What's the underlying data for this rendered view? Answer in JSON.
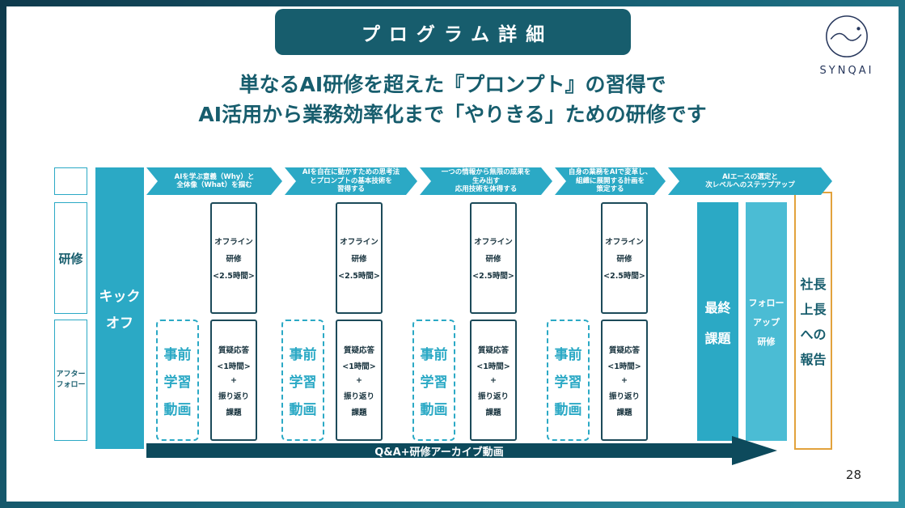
{
  "slide": {
    "title": "プログラム詳細",
    "heading_line1": "単なるAI研修を超えた『プロンプト』の習得で",
    "heading_line2": "AI活用から業務効率化まで「やりきる」ための研修です",
    "page_number": "28"
  },
  "logo": {
    "text": "SYNQAI",
    "icon": "wave-circle-logo"
  },
  "colors": {
    "banner": "#175d6d",
    "heading": "#175d6d",
    "cyan": "#2ba9c5",
    "cyan-light": "#4bbcd4",
    "box-outline": "#1c4a59",
    "box-text": "#17323d",
    "arrow-dark": "#0d4a5c",
    "orange": "#e2a23c",
    "navy": "#27375c",
    "frame-start": "#0f3a4c",
    "frame-mid": "#186377",
    "frame-end": "#2e93a6"
  },
  "rows": {
    "training_label": "研修",
    "after_lines": [
      "アフター",
      "フォロー"
    ]
  },
  "kickoff_lines": [
    "キック",
    "オフ"
  ],
  "phases": [
    {
      "lines": [
        "AIを学ぶ意義（Why）と",
        "全体像（What）を掴む"
      ]
    },
    {
      "lines": [
        "AIを自在に動かすための思考法",
        "とプロンプトの基本技術を",
        "習得する"
      ]
    },
    {
      "lines": [
        "一つの情報から無限の成果を",
        "生み出す",
        "応用技術を体得する"
      ]
    },
    {
      "lines": [
        "自身の業務をAIで変革し、",
        "組織に展開する計画を",
        "策定する"
      ]
    },
    {
      "lines": [
        "AIエースの選定と",
        "次レベルへのステップアップ"
      ]
    }
  ],
  "session": {
    "pre_lines": [
      "事前",
      "学習",
      "動画"
    ],
    "offline_lines": [
      "オフライン",
      "研修",
      "<2.5時間>"
    ],
    "qa_lines": [
      "質疑応答",
      "<1時間>",
      "+",
      "振り返り",
      "課題"
    ]
  },
  "final_task_lines": [
    "最終",
    "課題"
  ],
  "followup_lines": [
    "フォロー",
    "アップ",
    "研修"
  ],
  "report_lines": [
    "社長",
    "上長",
    "への",
    "報告"
  ],
  "bottom_arrow_label": "Q&A+研修アーカイブ動画"
}
